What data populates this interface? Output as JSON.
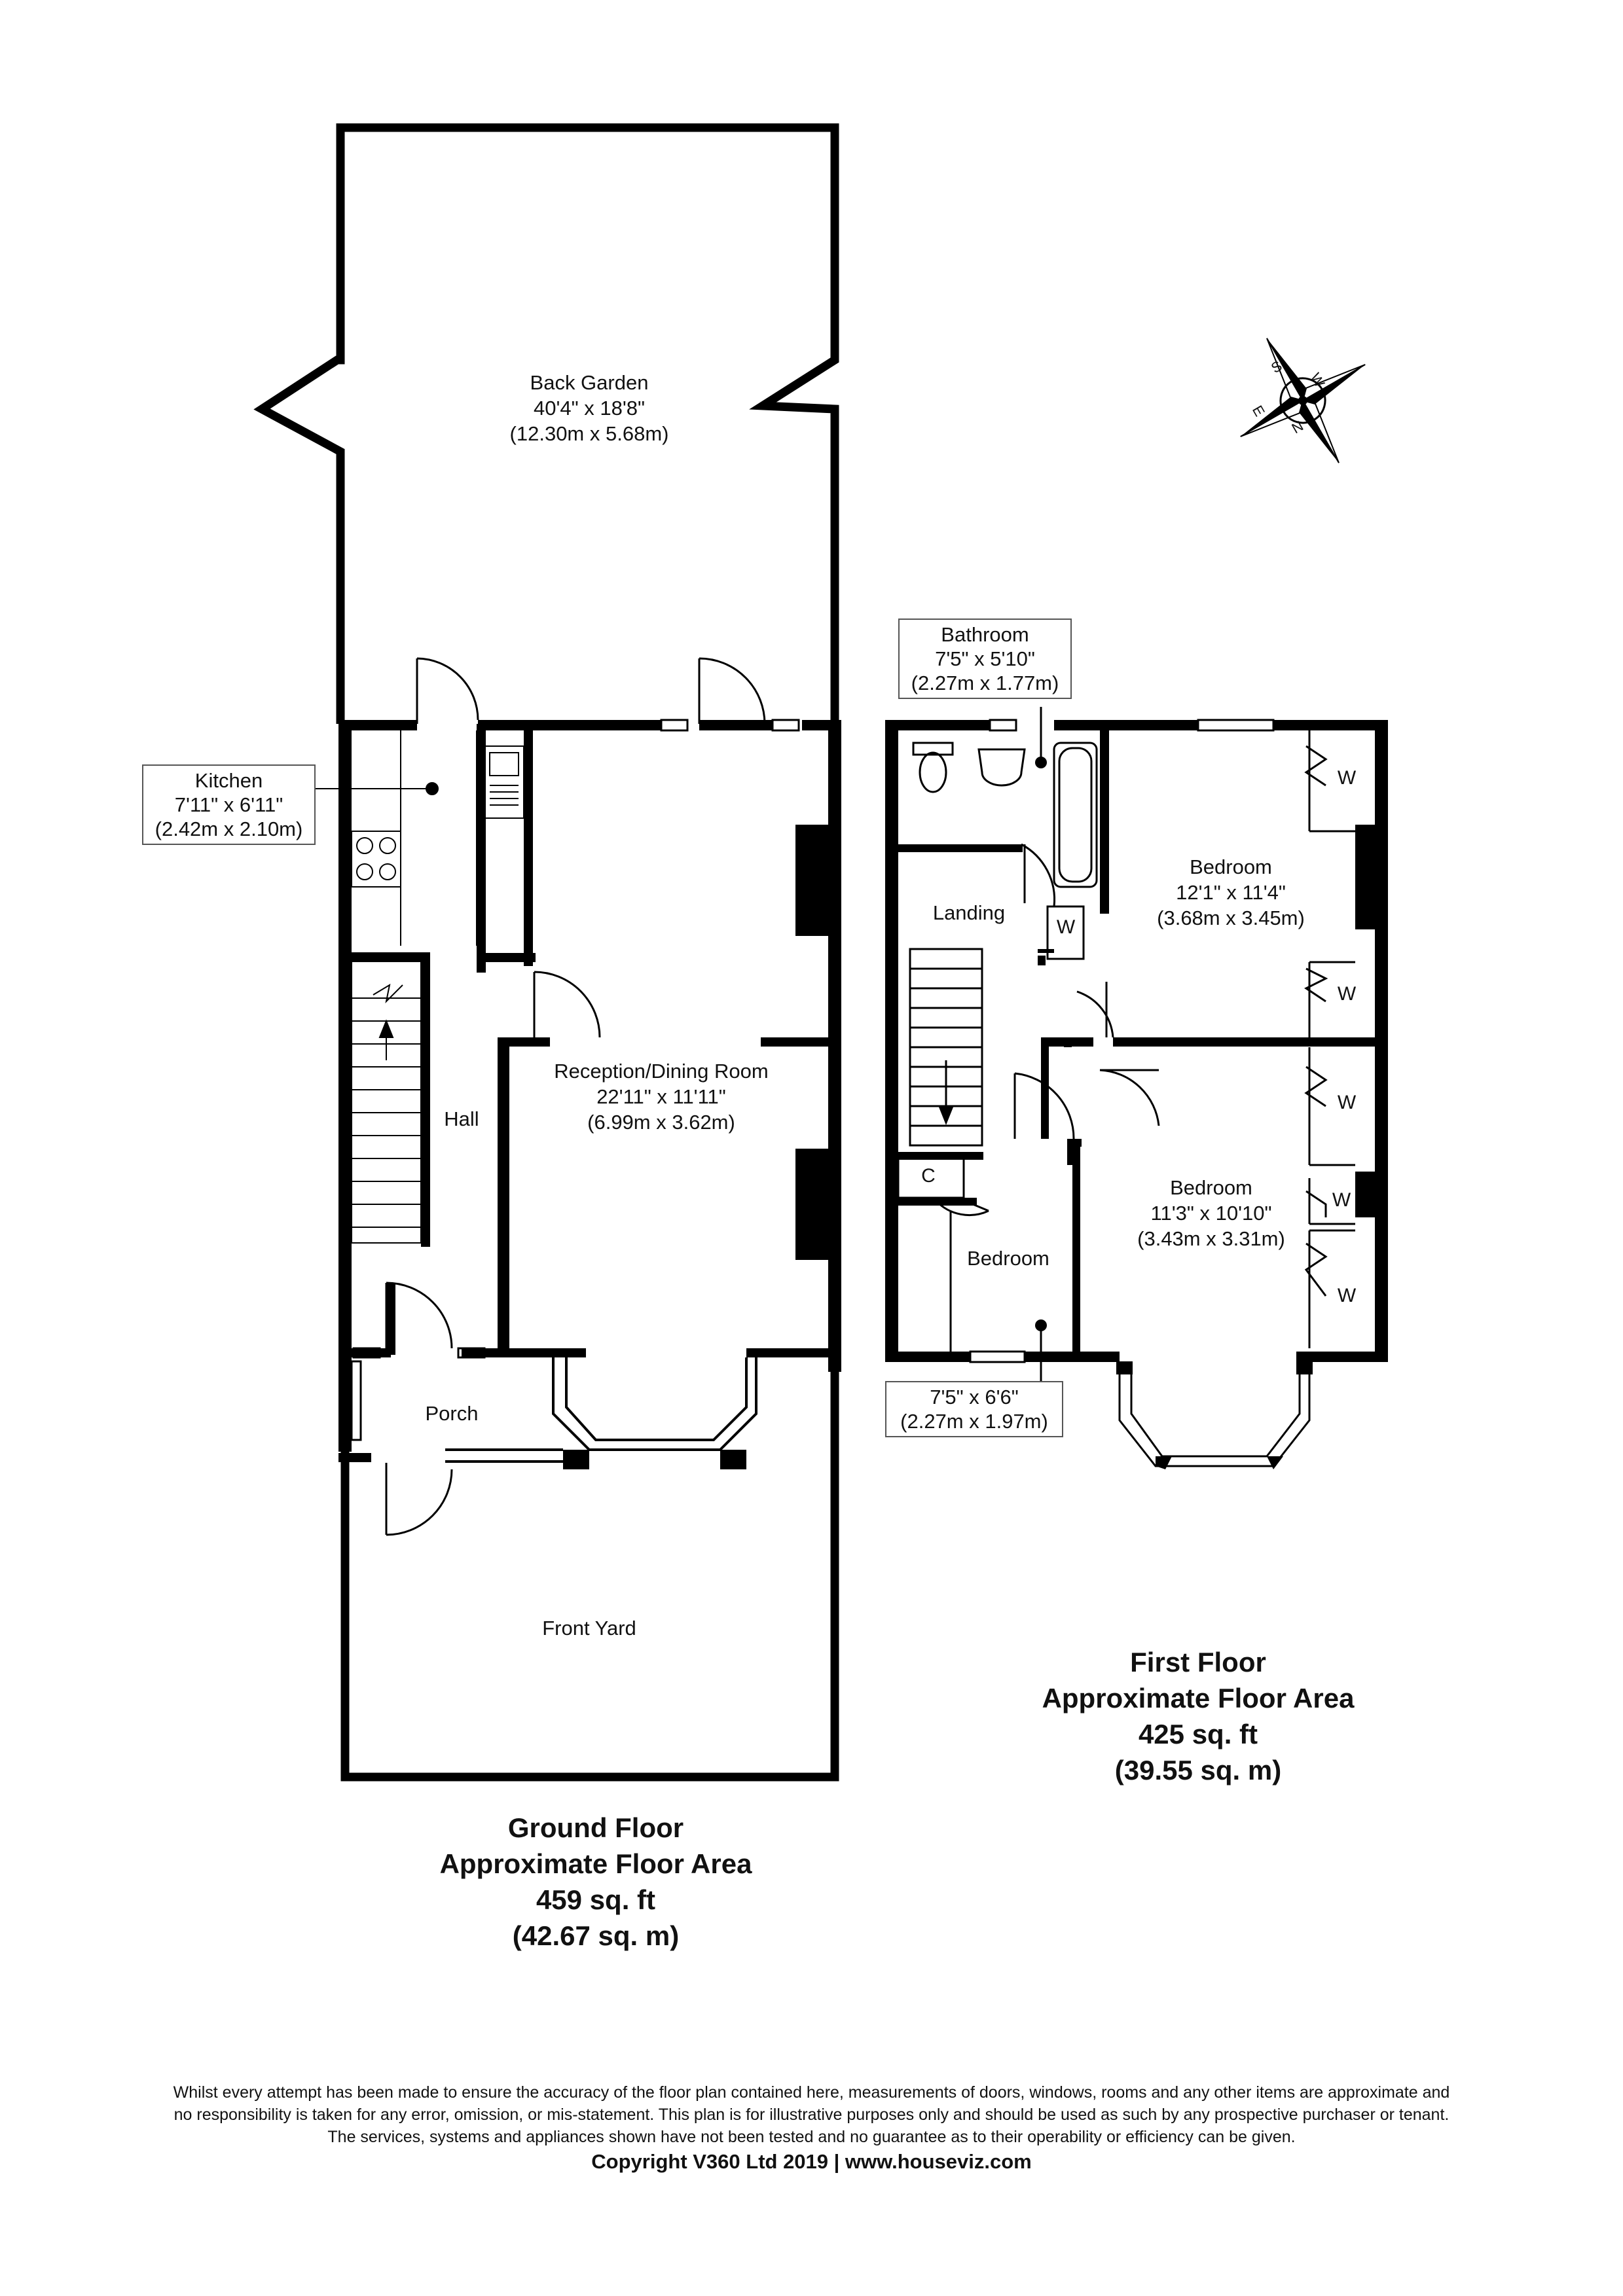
{
  "colors": {
    "wall": "#000000",
    "line": "#222222",
    "background": "#ffffff"
  },
  "ground_floor": {
    "rooms": {
      "back_garden": {
        "name": "Back Garden",
        "imperial": "40'4\" x 18'8\"",
        "metric": "(12.30m x 5.68m)"
      },
      "kitchen": {
        "name": "Kitchen",
        "imperial": "7'11\" x 6'11\"",
        "metric": "(2.42m x 2.10m)"
      },
      "reception": {
        "name": "Reception/Dining Room",
        "imperial": "22'11\" x 11'11\"",
        "metric": "(6.99m x 3.62m)"
      },
      "hall": {
        "name": "Hall"
      },
      "porch": {
        "name": "Porch"
      },
      "front_yard": {
        "name": "Front Yard"
      }
    },
    "area": {
      "title": "Ground Floor",
      "subtitle": "Approximate Floor Area",
      "sqft": "459 sq. ft",
      "sqm": "(42.67 sq. m)"
    }
  },
  "first_floor": {
    "rooms": {
      "bathroom": {
        "name": "Bathroom",
        "imperial": "7'5\" x 5'10\"",
        "metric": "(2.27m x 1.77m)"
      },
      "landing": {
        "name": "Landing"
      },
      "bedroom_1": {
        "name": "Bedroom",
        "imperial": "12'1\" x 11'4\"",
        "metric": "(3.68m x 3.45m)"
      },
      "bedroom_2": {
        "name": "Bedroom",
        "imperial": "11'3\" x 10'10\"",
        "metric": "(3.43m x 3.31m)"
      },
      "bedroom_3": {
        "name": "Bedroom",
        "imperial": "7'5\" x 6'6\"",
        "metric": "(2.27m x 1.97m)"
      }
    },
    "cupboards": {
      "wardrobe": "W",
      "cupboard": "C"
    },
    "area": {
      "title": "First Floor",
      "subtitle": "Approximate Floor Area",
      "sqft": "425 sq. ft",
      "sqm": "(39.55 sq. m)"
    }
  },
  "compass": {
    "labels": [
      "S",
      "W",
      "E",
      "N"
    ]
  },
  "footer": {
    "disclaimer": [
      "Whilst every attempt has been made to ensure the accuracy of the floor plan contained here, measurements of doors, windows, rooms and any other items are approximate and",
      "no responsibility is taken for any error, omission, or mis-statement. This plan is for illustrative purposes only and should be used as such by any prospective purchaser or tenant.",
      "The services, systems and appliances shown have not been tested and no guarantee as to their operability or efficiency can be given."
    ],
    "copyright": "Copyright V360 Ltd 2019 | www.houseviz.com"
  }
}
